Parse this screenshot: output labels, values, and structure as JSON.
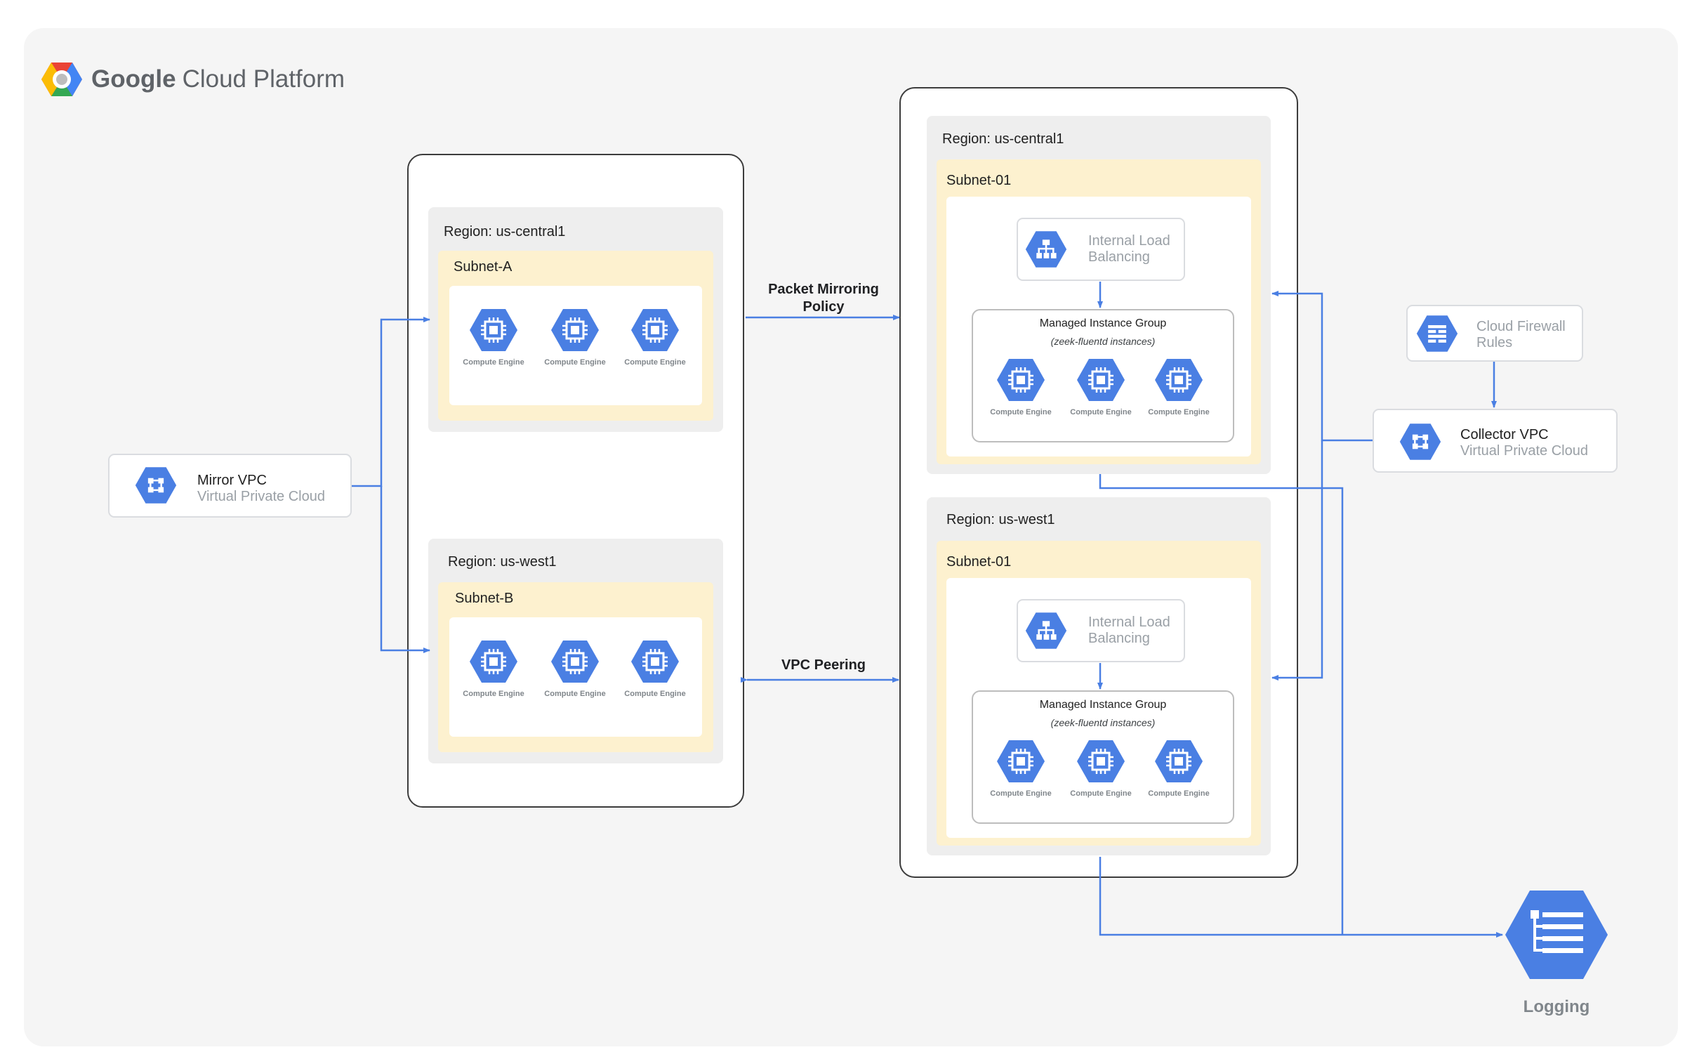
{
  "brand": {
    "name_bold": "Google",
    "name_rest": "Cloud Platform"
  },
  "mirror_vpc": {
    "title": "Mirror VPC",
    "subtitle": "Virtual Private Cloud",
    "regions": [
      {
        "label": "Region: us-central1",
        "subnet": "Subnet-A",
        "instances": [
          "Compute Engine",
          "Compute Engine",
          "Compute Engine"
        ]
      },
      {
        "label": "Region: us-west1",
        "subnet": "Subnet-B",
        "instances": [
          "Compute Engine",
          "Compute Engine",
          "Compute Engine"
        ]
      }
    ]
  },
  "links": {
    "packet_mirroring": "Packet Mirroring Policy",
    "vpc_peering": "VPC Peering"
  },
  "collector_vpc": {
    "title": "Collector VPC",
    "subtitle": "Virtual Private Cloud",
    "regions": [
      {
        "label": "Region: us-central1",
        "subnet": "Subnet-01",
        "load_balancer": "Internal Load Balancing",
        "group_title": "Managed Instance Group",
        "group_subtitle": "(zeek-fluentd instances)",
        "instances": [
          "Compute Engine",
          "Compute Engine",
          "Compute Engine"
        ]
      },
      {
        "label": "Region: us-west1",
        "subnet": "Subnet-01",
        "load_balancer": "Internal Load Balancing",
        "group_title": "Managed Instance Group",
        "group_subtitle": "(zeek-fluentd instances)",
        "instances": [
          "Compute Engine",
          "Compute Engine",
          "Compute Engine"
        ]
      }
    ]
  },
  "firewall": {
    "label": "Cloud Firewall Rules"
  },
  "logging": {
    "label": "Logging"
  },
  "colors": {
    "accent": "#4a7fe3",
    "subnet": "#fdf1cf",
    "region": "#eeeeee",
    "canvas": "#f5f5f5"
  },
  "icons": [
    "gcp-logo-icon",
    "vpc-icon",
    "compute-engine-icon",
    "load-balancing-icon",
    "firewall-icon",
    "logging-icon"
  ]
}
